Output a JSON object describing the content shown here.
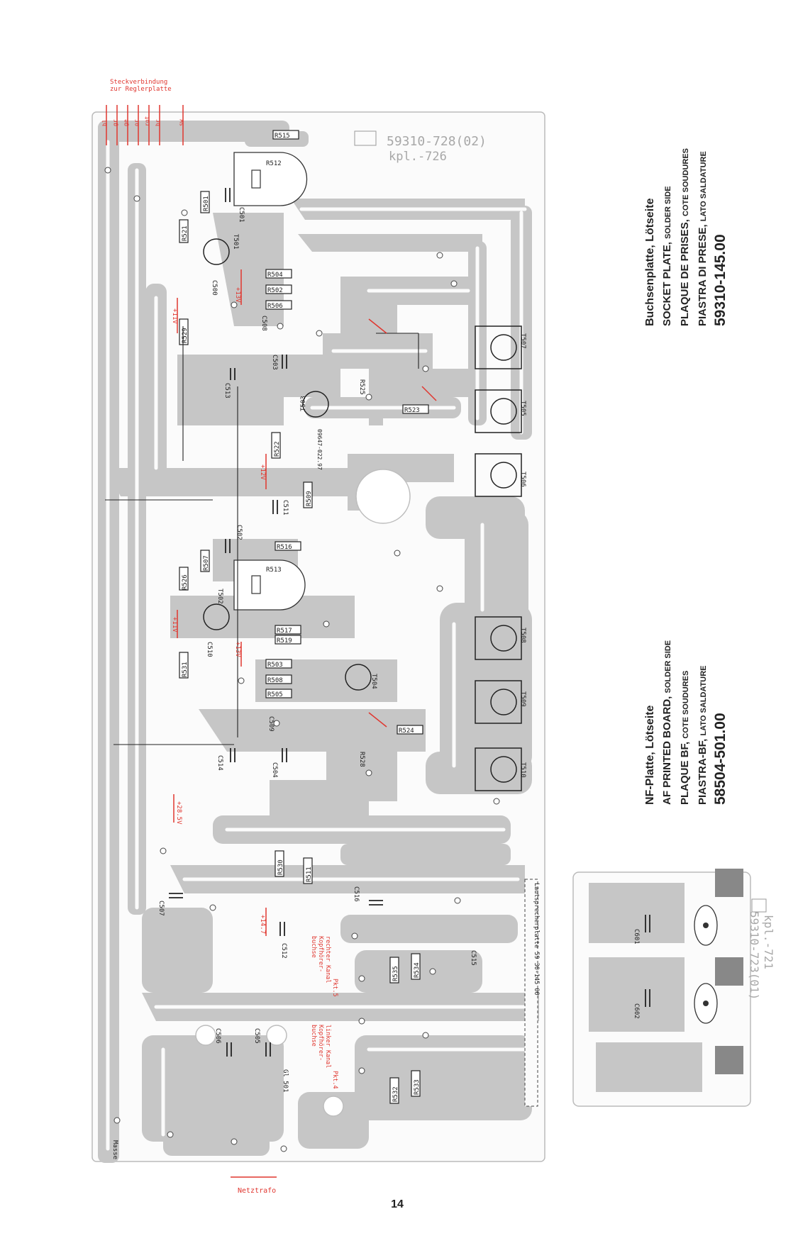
{
  "page_number": "14",
  "main_board": {
    "board_code": "59310-728(02)",
    "kpl_code": "kpl.-726",
    "header_caption_line1": "Steckverbindung",
    "header_caption_line2": "zur Reglerplatte",
    "pin_labels": [
      "bl",
      "gr",
      "ge",
      "or",
      "rot",
      "br",
      "sw"
    ],
    "bottom_label": "Netztrafo",
    "ground_label": "Masse",
    "speaker_strip_label": "Lautsprecherplatte 59 30-145 00",
    "jack_right_label": "Pkt.5",
    "jack_right_sub1": "rechter Kanal",
    "jack_right_sub2": "Kopfhörer-",
    "jack_right_sub3": "buchse",
    "jack_left_label": "Pkt.4",
    "jack_left_sub1": "linker Kanal",
    "jack_left_sub2": "Kopfhörer-",
    "jack_left_sub3": "buchse",
    "rectifier_label": "Gl 501",
    "voltages": [
      "+13V",
      "+11V",
      "+12V",
      "+13V",
      "+11V",
      "+28.5V",
      "+14.7"
    ],
    "components": [
      "R515",
      "R512",
      "R501",
      "C501",
      "R521",
      "T501",
      "C500",
      "R504",
      "R502",
      "R506",
      "C508",
      "C503",
      "R529",
      "C513",
      "R525",
      "T507",
      "R523",
      "T505",
      "T503",
      "09647-022.97",
      "R522",
      "R509",
      "C511",
      "T506",
      "C502",
      "R516",
      "R507",
      "R513",
      "R526",
      "T502",
      "R517",
      "R519",
      "T508",
      "C510",
      "R531",
      "R503",
      "R508",
      "R505",
      "T504",
      "C509",
      "R524",
      "T509",
      "C514",
      "C504",
      "R528",
      "T510",
      "C507",
      "R530",
      "R511",
      "C516",
      "C512",
      "R535",
      "R534",
      "C515",
      "C506",
      "C505",
      "R532",
      "R533"
    ]
  },
  "right_board": {
    "board_code": "59310-723(01)",
    "kpl_code": "kpl.-721",
    "components": [
      "C601",
      "C602"
    ]
  },
  "label_socket": {
    "line1": "Buchsenplatte, Lötseite",
    "line2": "SOCKET PLATE,",
    "line2_small": "SOLDER SIDE",
    "line3": "PLAQUE DE PRISES,",
    "line3_small": "COTE SOUDURES",
    "line4": "PIASTRA DI PRESE,",
    "line4_small": "LATO SALDATURE",
    "part_number": "59310-145.00"
  },
  "label_af": {
    "line1": "NF-Platte, Lötseite",
    "line2": "AF PRINTED BOARD,",
    "line2_small": "SOLDER SIDE",
    "line3": "PLAQUE BF,",
    "line3_small": "COTE SOUDURES",
    "line4": "PIASTRA-BF,",
    "line4_small": "LATO SALDATURE",
    "part_number": "58504-501.00"
  },
  "colors": {
    "trace": "#c6c6c6",
    "ink": "#222222",
    "red": "#e0362f",
    "board_bg": "#fbfbfb",
    "pad": "#ffffff"
  }
}
